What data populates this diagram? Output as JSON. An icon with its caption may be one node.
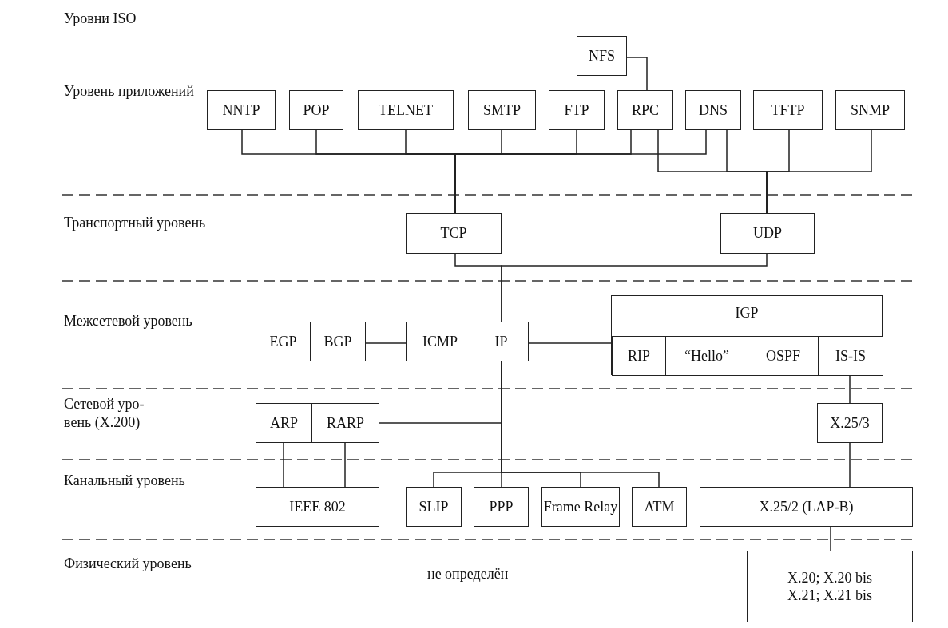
{
  "diagram": {
    "nodes": [
      {
        "text": [
          "NFS"
        ]
      },
      {
        "text": [
          "NNTP"
        ]
      },
      {
        "text": [
          "POP"
        ]
      },
      {
        "text": [
          "TELNET"
        ]
      },
      {
        "text": [
          "SMTP"
        ]
      },
      {
        "text": [
          "FTP"
        ]
      },
      {
        "text": [
          "RPC"
        ]
      },
      {
        "text": [
          "DNS"
        ]
      },
      {
        "text": [
          "TFTP"
        ]
      },
      {
        "text": [
          "SNMP"
        ]
      },
      {
        "text": [
          "TCP"
        ]
      },
      {
        "text": [
          "UDP"
        ]
      },
      {
        "text": [
          "EGP"
        ]
      },
      {
        "text": [
          "BGP"
        ]
      },
      {
        "text": [
          "ICMP"
        ]
      },
      {
        "text": [
          "IP"
        ]
      },
      {
        "text": [
          "IGP"
        ]
      },
      {
        "text": [
          "RIP"
        ],
        "in": 16
      },
      {
        "text": [
          "“Hello”"
        ],
        "in": 16
      },
      {
        "text": [
          "OSPF"
        ],
        "in": 16
      },
      {
        "text": [
          "IS-IS"
        ],
        "in": 16
      },
      {
        "text": [
          "ARP"
        ]
      },
      {
        "text": [
          "RARP"
        ]
      },
      {
        "text": [
          "X.25/3"
        ]
      },
      {
        "text": [
          "IEEE 802"
        ]
      },
      {
        "text": [
          "SLIP"
        ]
      },
      {
        "text": [
          "PPP"
        ]
      },
      {
        "text": [
          "Frame Relay"
        ]
      },
      {
        "text": [
          "ATM"
        ]
      },
      {
        "text": [
          "X.25/2 (LAP-B)"
        ]
      },
      {
        "text": [
          "X.20; X.20 bis",
          "X.21; X.21 bis"
        ]
      }
    ],
    "edges": [
      {
        "from": 0,
        "to": 6,
        "arrow": "none"
      },
      {
        "from": 1,
        "to": 10,
        "arrow": "none"
      },
      {
        "from": 2,
        "to": 10,
        "arrow": "none"
      },
      {
        "from": 3,
        "to": 10,
        "arrow": "none"
      },
      {
        "from": 4,
        "to": 10,
        "arrow": "none"
      },
      {
        "from": 5,
        "to": 10,
        "arrow": "none"
      },
      {
        "from": 6,
        "to": 10,
        "arrow": "none"
      },
      {
        "from": 7,
        "to": 10,
        "arrow": "none"
      },
      {
        "from": 6,
        "to": 11,
        "arrow": "none"
      },
      {
        "from": 7,
        "to": 11,
        "arrow": "none"
      },
      {
        "from": 8,
        "to": 11,
        "arrow": "none"
      },
      {
        "from": 9,
        "to": 11,
        "arrow": "none"
      },
      {
        "from": 10,
        "to": 15,
        "arrow": "none"
      },
      {
        "from": 11,
        "to": 15,
        "arrow": "none"
      },
      {
        "from": 13,
        "to": 14,
        "arrow": "none"
      },
      {
        "from": 15,
        "to": 16,
        "arrow": "none"
      },
      {
        "from": 20,
        "to": 23,
        "arrow": "none"
      },
      {
        "from": 22,
        "to": 15,
        "arrow": "none"
      },
      {
        "from": 21,
        "to": 24,
        "arrow": "none"
      },
      {
        "from": 22,
        "to": 24,
        "arrow": "none"
      },
      {
        "from": 15,
        "to": 25,
        "arrow": "none"
      },
      {
        "from": 15,
        "to": 26,
        "arrow": "none"
      },
      {
        "from": 15,
        "to": 27,
        "arrow": "none"
      },
      {
        "from": 15,
        "to": 28,
        "arrow": "none"
      },
      {
        "from": 23,
        "to": 29,
        "arrow": "none"
      },
      {
        "from": 29,
        "to": 30,
        "arrow": "none"
      }
    ],
    "labels": [
      "Уровни ISO",
      "Уровень приложений",
      "Транспортный уровень",
      "Межсетевой уровень",
      "Сетевой уро- вень (X.200)",
      "Канальный уровень",
      "Физический уровень",
      "не определён"
    ]
  }
}
